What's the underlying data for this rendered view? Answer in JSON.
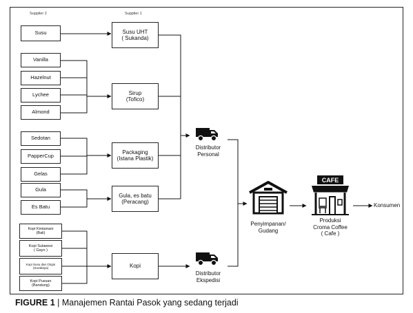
{
  "columns": {
    "supplier2": "Supplier 2",
    "supplier1": "Supplier 1"
  },
  "supplier2": [
    "Susu",
    "Vanilla",
    "Hazelnut",
    "Lychee",
    "Almond",
    "Sedotan",
    "PapperCup",
    "Gelas",
    "Gula",
    "Es Batu",
    "Kopi Kintamani\n(Bali)",
    "Kopi Sulawesi\n( Gayo )",
    "Kopi Susu dan Origin\n(Surabaya)",
    "Kopi Pussan\n(Bandung)"
  ],
  "supplier1": [
    "Susu UHT\n( Sukanda)",
    "Sirup\n(Tofico)",
    "Packaging\n(Istana Plastik)",
    "Gula, es batu\n(Peracang)",
    "Kopi"
  ],
  "distributors": {
    "personal": "Distributor\nPersonal",
    "ekspedisi": "Distributor\nEkspedisi"
  },
  "storage": "Penyimpanan/\nGudang",
  "production": "Produksi\nCroma Coffee\n( Cafe )",
  "cafe_sign": "CAFE",
  "consumer": "Konsumen",
  "caption": {
    "prefix": "FIGURE 1",
    "text": " | Manajemen Rantai Pasok yang sedang terjadi"
  }
}
